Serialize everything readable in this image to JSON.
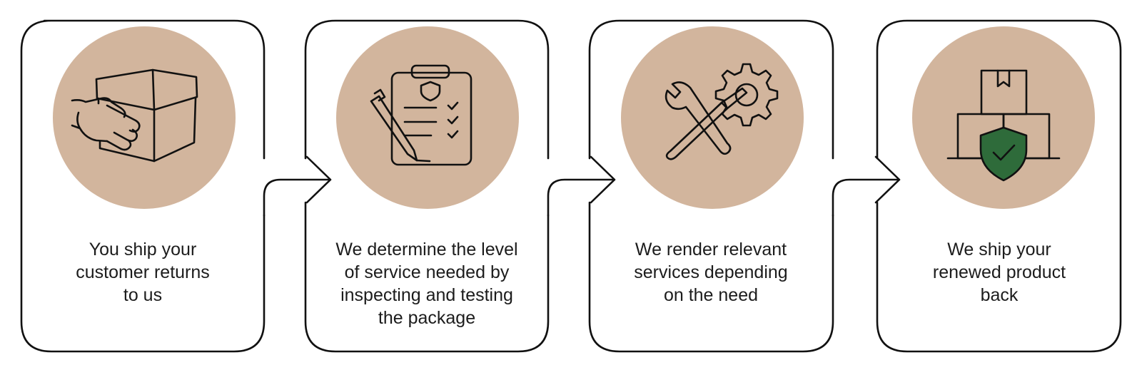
{
  "colors": {
    "circle": "#d2b59d",
    "stroke": "#111111",
    "shield_fill": "#2e6b3a"
  },
  "steps": [
    {
      "icon": "hand-box-icon",
      "text_lines": [
        "You ship your",
        "customer returns",
        "to us"
      ]
    },
    {
      "icon": "clipboard-pencil-icon",
      "text_lines": [
        "We determine the level",
        "of service needed by",
        "inspecting and testing",
        "the package"
      ]
    },
    {
      "icon": "wrench-gear-icon",
      "text_lines": [
        "We render relevant",
        "services depending",
        "on the need"
      ]
    },
    {
      "icon": "boxes-shield-icon",
      "text_lines": [
        "We ship your",
        "renewed product",
        "back"
      ]
    }
  ]
}
